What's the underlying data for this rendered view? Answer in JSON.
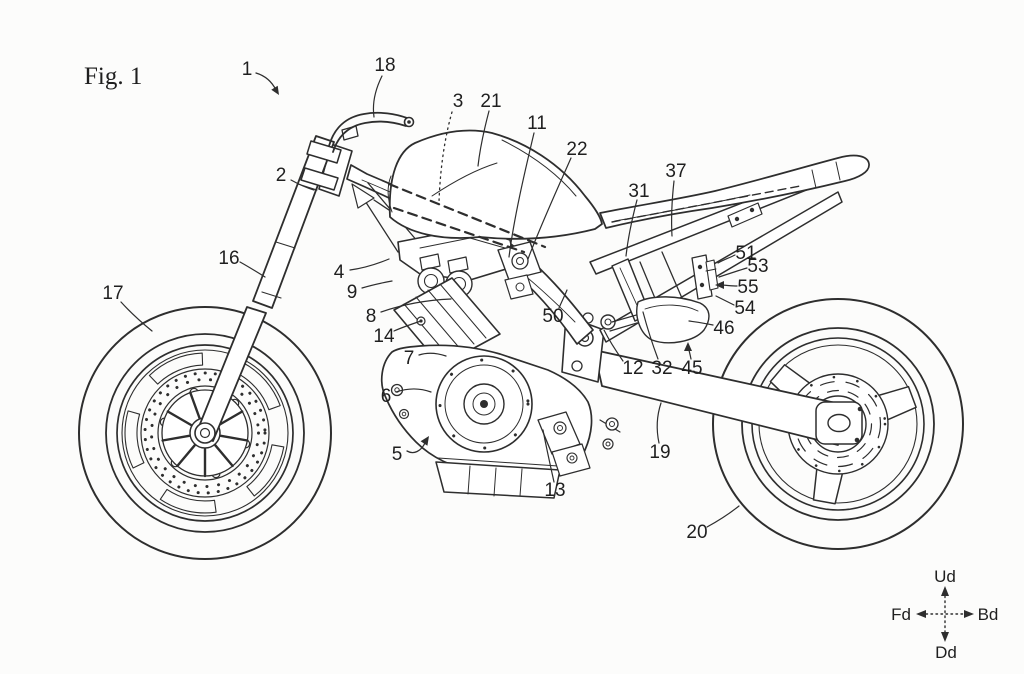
{
  "figure": {
    "label": "Fig. 1",
    "reference_numerals": [
      {
        "label": "1"
      },
      {
        "label": "2"
      },
      {
        "label": "3"
      },
      {
        "label": "4"
      },
      {
        "label": "5"
      },
      {
        "label": "6"
      },
      {
        "label": "7"
      },
      {
        "label": "8"
      },
      {
        "label": "9"
      },
      {
        "label": "11"
      },
      {
        "label": "12"
      },
      {
        "label": "13"
      },
      {
        "label": "14"
      },
      {
        "label": "16"
      },
      {
        "label": "17"
      },
      {
        "label": "18"
      },
      {
        "label": "19"
      },
      {
        "label": "20"
      },
      {
        "label": "21"
      },
      {
        "label": "22"
      },
      {
        "label": "31"
      },
      {
        "label": "32"
      },
      {
        "label": "37"
      },
      {
        "label": "45"
      },
      {
        "label": "46"
      },
      {
        "label": "50"
      },
      {
        "label": "51"
      },
      {
        "label": "53"
      },
      {
        "label": "54"
      },
      {
        "label": "55"
      }
    ]
  },
  "compass": {
    "up": "Ud",
    "down": "Dd",
    "front": "Fd",
    "back": "Bd"
  },
  "colors": {
    "ink": "#2e2e2e",
    "paper": "#fcfcfb"
  }
}
